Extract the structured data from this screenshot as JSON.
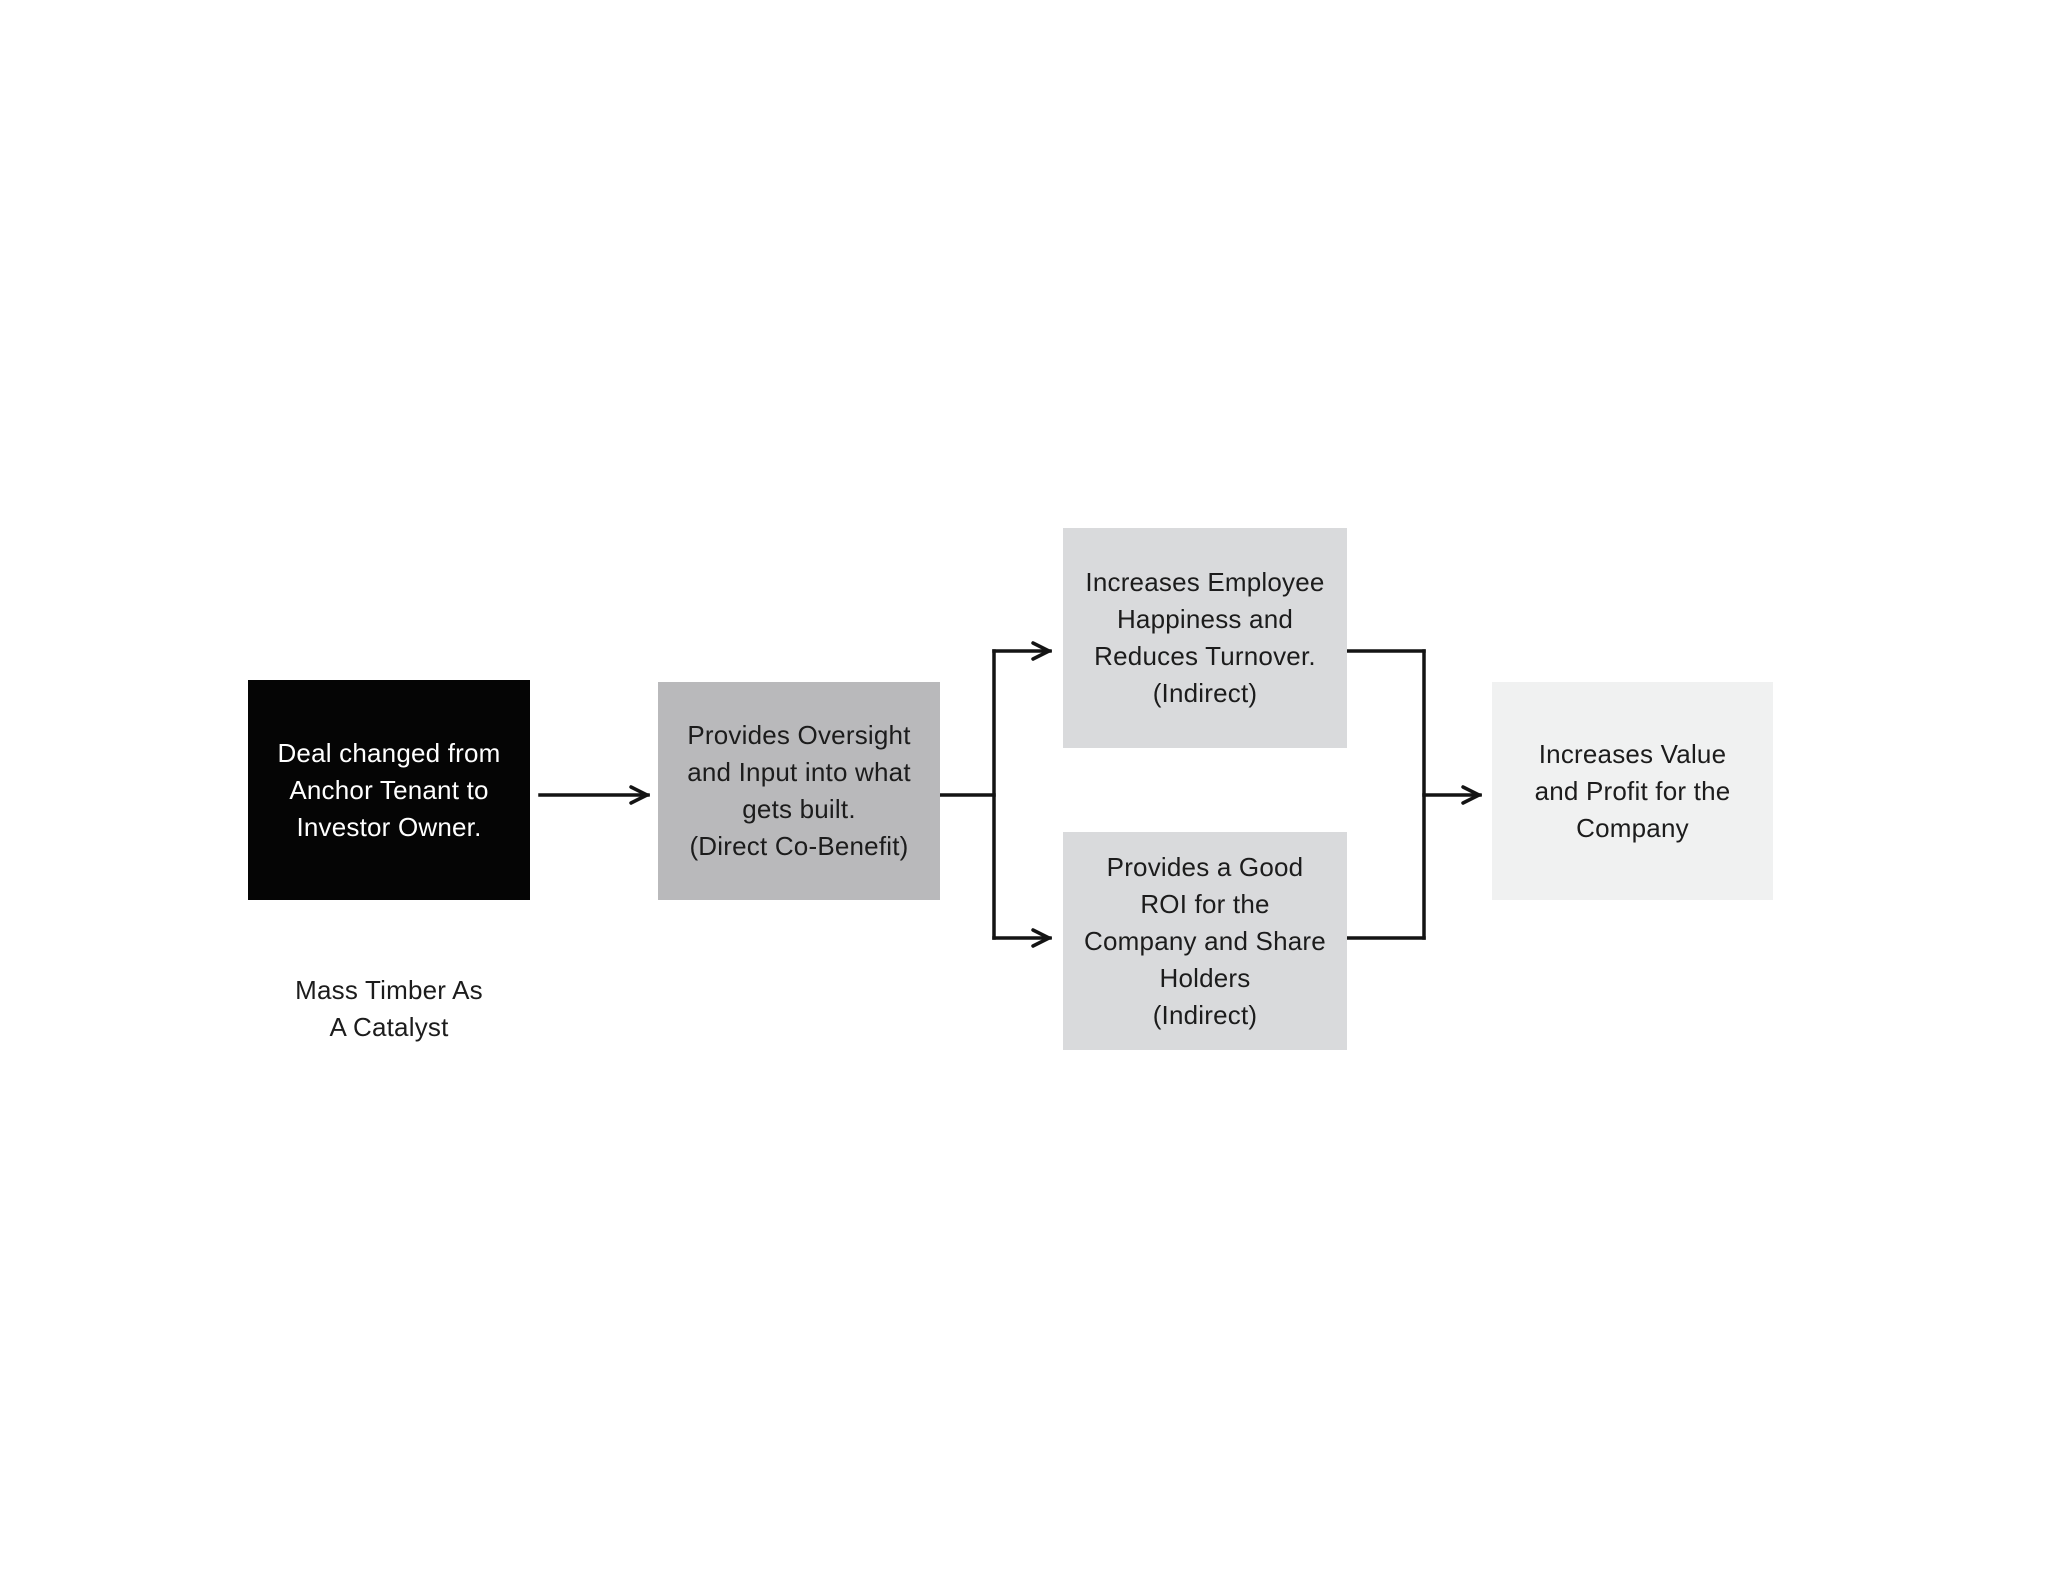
{
  "colors": {
    "background": "#ffffff",
    "node_dark": "#050505",
    "node_dark_text": "#ffffff",
    "node_medium": "#b9b9bb",
    "node_light": "#d9dadc",
    "node_lighter": "#f0f1f1",
    "text": "#1c1c1c",
    "connector": "#141414"
  },
  "diagram": {
    "caption": "Mass Timber As\nA Catalyst",
    "nodes": {
      "deal_change": {
        "label": "Deal changed from\nAnchor Tenant to\nInvestor Owner."
      },
      "oversight": {
        "label": "Provides Oversight\nand Input into what\ngets built.\n(Direct Co-Benefit)"
      },
      "employee_happiness": {
        "label": "Increases Employee\nHappiness and\nReduces Turnover.\n(Indirect)"
      },
      "roi": {
        "label": "Provides a Good\nROI for the\nCompany and Share\nHolders\n(Indirect)"
      },
      "company_value": {
        "label": "Increases Value\nand Profit for the\nCompany"
      }
    }
  }
}
